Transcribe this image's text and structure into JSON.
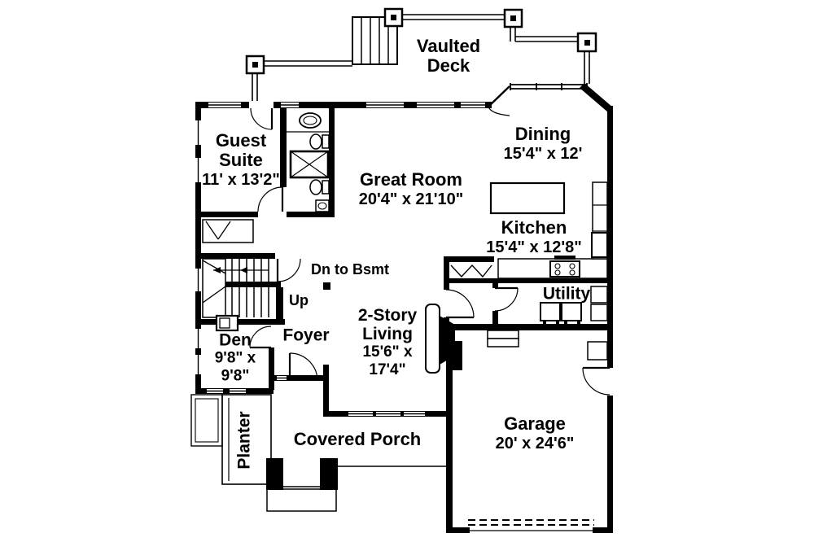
{
  "colors": {
    "ink": "#000000",
    "paper": "#ffffff"
  },
  "deck": {
    "label_line1": "Vaulted",
    "label_line2": "Deck"
  },
  "rooms": {
    "guest_suite": {
      "name_line1": "Guest",
      "name_line2": "Suite",
      "dims": "11' x 13'2\""
    },
    "great_room": {
      "name": "Great Room",
      "dims": "20'4\" x 21'10\""
    },
    "dining": {
      "name": "Dining",
      "dims": "15'4\" x 12'"
    },
    "kitchen": {
      "name": "Kitchen",
      "dims": "15'4\" x 12'8\""
    },
    "utility": {
      "name": "Utility"
    },
    "living": {
      "name_line1": "2-Story",
      "name_line2": "Living",
      "dims_line1": "15'6\" x",
      "dims_line2": "17'4\""
    },
    "den": {
      "name": "Den",
      "dims_line1": "9'8\" x",
      "dims_line2": "9'8\""
    },
    "foyer": {
      "name": "Foyer"
    },
    "garage": {
      "name": "Garage",
      "dims": "20' x 24'6\""
    },
    "covered_porch": {
      "name": "Covered Porch"
    },
    "planter": {
      "name": "Planter"
    }
  },
  "annotations": {
    "down_to_basement": "Dn to Bsmt",
    "up": "Up"
  }
}
